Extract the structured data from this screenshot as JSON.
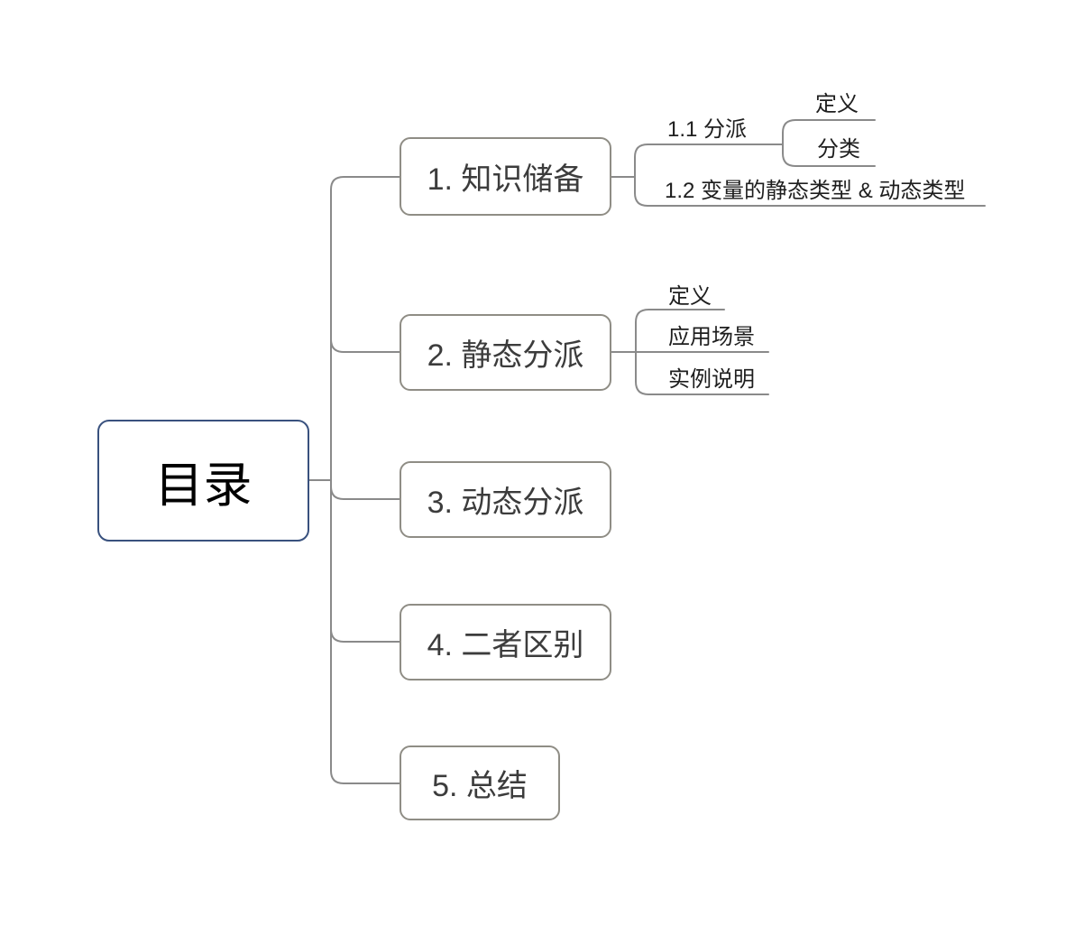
{
  "colors": {
    "line": "#8A8A8A",
    "root_border": "#39517E",
    "branch_border": "#8F8D85",
    "root_text": "#000000",
    "branch_text": "#3C3C3C",
    "subtopic_text": "#1E1E1E",
    "background": "#FFFFFF"
  },
  "mindmap": {
    "root": {
      "label": "目录"
    },
    "branches": [
      {
        "label": "1. 知识储备",
        "children": [
          {
            "label": "1.1 分派",
            "children": [
              {
                "label": "定义"
              },
              {
                "label": "分类"
              }
            ]
          },
          {
            "label": "1.2 变量的静态类型 & 动态类型"
          }
        ]
      },
      {
        "label": "2. 静态分派",
        "children": [
          {
            "label": "定义"
          },
          {
            "label": "应用场景"
          },
          {
            "label": "实例说明"
          }
        ]
      },
      {
        "label": "3. 动态分派"
      },
      {
        "label": "4. 二者区别"
      },
      {
        "label": "5. 总结"
      }
    ]
  }
}
